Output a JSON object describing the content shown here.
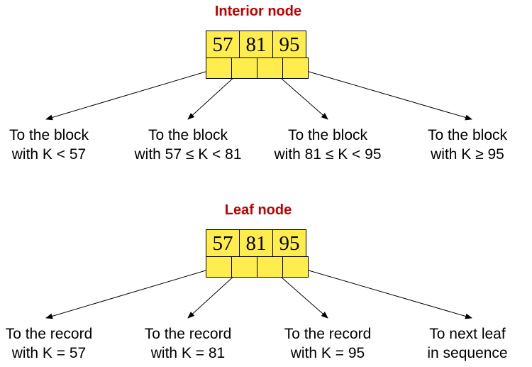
{
  "interior": {
    "title": "Interior node",
    "keys": [
      "57",
      "81",
      "95"
    ],
    "targets": [
      {
        "line1": "To the block",
        "line2": "with K < 57"
      },
      {
        "line1": "To the block",
        "line2": "with 57 ≤ K < 81"
      },
      {
        "line1": "To the block",
        "line2": "with 81 ≤ K < 95"
      },
      {
        "line1": "To the block",
        "line2": "with K ≥ 95"
      }
    ]
  },
  "leaf": {
    "title": "Leaf node",
    "keys": [
      "57",
      "81",
      "95"
    ],
    "targets": [
      {
        "line1": "To the record",
        "line2": "with K = 57"
      },
      {
        "line1": "To the record",
        "line2": "with K = 81"
      },
      {
        "line1": "To the record",
        "line2": "with K = 95"
      },
      {
        "line1": "To next leaf",
        "line2": "in sequence"
      }
    ]
  },
  "colors": {
    "title": "#c00000",
    "node_fill": "#ffec4d",
    "stroke": "#000000"
  }
}
